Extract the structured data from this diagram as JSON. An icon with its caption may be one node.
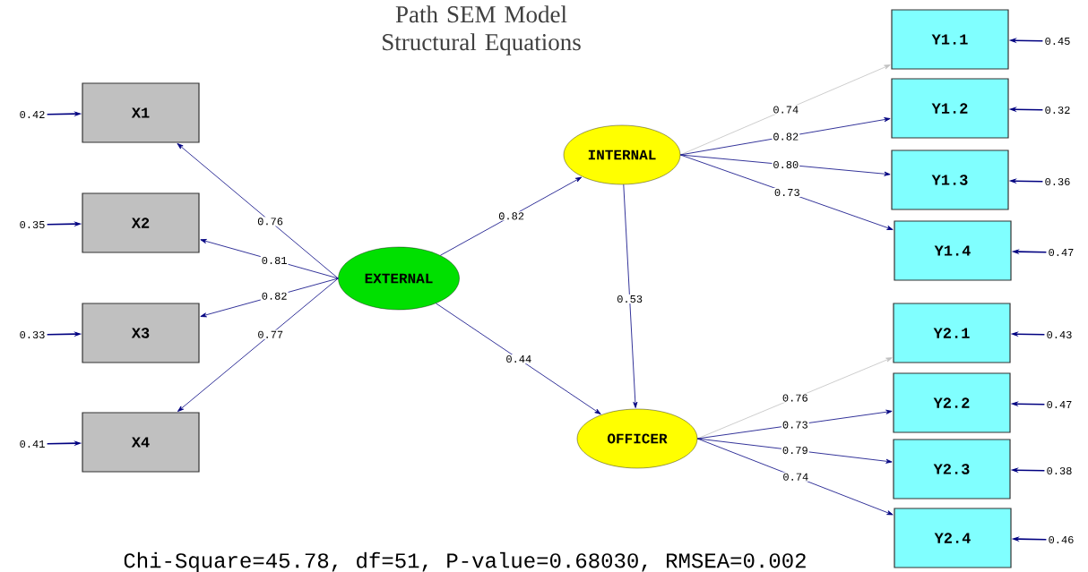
{
  "diagram": {
    "title": "Path SEM Model Structural Equations",
    "caption": "Chi-Square=45.78, df=51, P-value=0.68030, RMSEA=0.002",
    "nodes": [
      {
        "text": [
          "EXTERNAL"
        ]
      },
      {
        "text": [
          "INTERNAL"
        ]
      },
      {
        "text": [
          "OFFICER"
        ]
      },
      {
        "text": [
          "X1"
        ]
      },
      {
        "text": [
          "X2"
        ]
      },
      {
        "text": [
          "X3"
        ]
      },
      {
        "text": [
          "X4"
        ]
      },
      {
        "text": [
          "Y1.1"
        ]
      },
      {
        "text": [
          "Y1.2"
        ]
      },
      {
        "text": [
          "Y1.3"
        ]
      },
      {
        "text": [
          "Y1.4"
        ]
      },
      {
        "text": [
          "Y2.1"
        ]
      },
      {
        "text": [
          "Y2.2"
        ]
      },
      {
        "text": [
          "Y2.3"
        ]
      },
      {
        "text": [
          "Y2.4"
        ]
      },
      {
        "text": [
          "0.42"
        ]
      },
      {
        "text": [
          "0.35"
        ]
      },
      {
        "text": [
          "0.33"
        ]
      },
      {
        "text": [
          "0.41"
        ]
      },
      {
        "text": [
          "0.45"
        ]
      },
      {
        "text": [
          "0.32"
        ]
      },
      {
        "text": [
          "0.36"
        ]
      },
      {
        "text": [
          "0.47"
        ]
      },
      {
        "text": [
          "0.43"
        ]
      },
      {
        "text": [
          "0.47"
        ]
      },
      {
        "text": [
          "0.38"
        ]
      },
      {
        "text": [
          "0.46"
        ]
      }
    ],
    "edges": [
      {
        "from": 0,
        "to": 3,
        "arrow": "to",
        "label": "0.76"
      },
      {
        "from": 0,
        "to": 4,
        "arrow": "to",
        "label": "0.81"
      },
      {
        "from": 0,
        "to": 5,
        "arrow": "to",
        "label": "0.82"
      },
      {
        "from": 0,
        "to": 6,
        "arrow": "to",
        "label": "0.77"
      },
      {
        "from": 0,
        "to": 1,
        "arrow": "to",
        "label": "0.82"
      },
      {
        "from": 0,
        "to": 2,
        "arrow": "to",
        "label": "0.44"
      },
      {
        "from": 1,
        "to": 2,
        "arrow": "to",
        "label": "0.53"
      },
      {
        "from": 1,
        "to": 7,
        "arrow": "to",
        "label": "0.74",
        "color": "#c0c0c0"
      },
      {
        "from": 1,
        "to": 8,
        "arrow": "to",
        "label": "0.82"
      },
      {
        "from": 1,
        "to": 9,
        "arrow": "to",
        "label": "0.80"
      },
      {
        "from": 1,
        "to": 10,
        "arrow": "to",
        "label": "0.73"
      },
      {
        "from": 2,
        "to": 11,
        "arrow": "to",
        "label": "0.76",
        "color": "#c0c0c0"
      },
      {
        "from": 2,
        "to": 12,
        "arrow": "to",
        "label": "0.73"
      },
      {
        "from": 2,
        "to": 13,
        "arrow": "to",
        "label": "0.79"
      },
      {
        "from": 2,
        "to": 14,
        "arrow": "to",
        "label": "0.74"
      },
      {
        "from": 15,
        "to": 3,
        "arrow": "to"
      },
      {
        "from": 16,
        "to": 4,
        "arrow": "to"
      },
      {
        "from": 17,
        "to": 5,
        "arrow": "to"
      },
      {
        "from": 18,
        "to": 6,
        "arrow": "to"
      },
      {
        "from": 19,
        "to": 7,
        "arrow": "to"
      },
      {
        "from": 20,
        "to": 8,
        "arrow": "to"
      },
      {
        "from": 21,
        "to": 9,
        "arrow": "to"
      },
      {
        "from": 22,
        "to": 10,
        "arrow": "to"
      },
      {
        "from": 23,
        "to": 11,
        "arrow": "to"
      },
      {
        "from": 24,
        "to": 12,
        "arrow": "to"
      },
      {
        "from": 25,
        "to": 13,
        "arrow": "to"
      },
      {
        "from": 26,
        "to": 14,
        "arrow": "to"
      }
    ]
  }
}
